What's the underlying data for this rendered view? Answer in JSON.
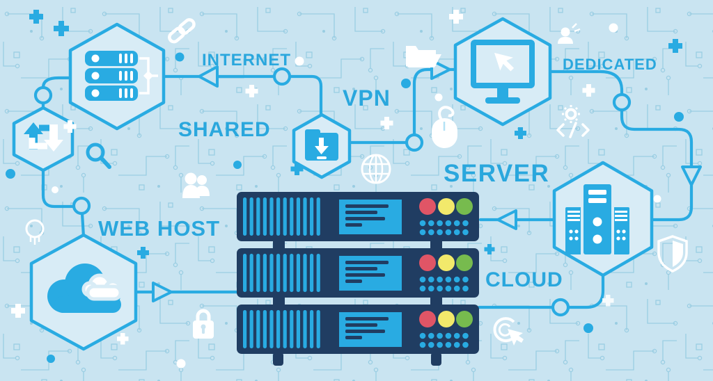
{
  "colors": {
    "background": "#c9e4f1",
    "hex_fill": "#d8ecf6",
    "accent": "#29abe2",
    "accent_text": "#2aa7dd",
    "pattern_line": "#8ac6de",
    "dark_navy": "#203d62",
    "white": "#ffffff",
    "led_red": "#e05566",
    "led_yellow": "#f2e96b",
    "led_green": "#77bb4e"
  },
  "labels": {
    "internet": "INTERNET",
    "shared": "SHARED",
    "vpn": "VPN",
    "dedicated": "DEDICATED",
    "server": "SERVER",
    "web_host": "WEB HOST",
    "cloud": "CLOUD"
  },
  "diagram": {
    "type": "web-hosting-concept-illustration",
    "hexagon_nodes": [
      {
        "name": "shared-hosting",
        "icon": "server-stack-icon"
      },
      {
        "name": "sync",
        "icon": "sync-arrows-icon"
      },
      {
        "name": "vpn",
        "icon": "folder-download-icon"
      },
      {
        "name": "dedicated-hosting",
        "icon": "desktop-monitor-cursor-icon"
      },
      {
        "name": "tower-servers",
        "icon": "tower-server-icon"
      },
      {
        "name": "cloud-hosting",
        "icon": "clouds-icon"
      }
    ],
    "background_icons": [
      "chain-link-icon",
      "open-folder-icon",
      "person-icon",
      "mouse-icon",
      "globe-icon",
      "users-icon",
      "magnifier-icon",
      "lock-icon",
      "lightbulb-icon",
      "gear-icon",
      "code-icon",
      "shield-icon",
      "click-cursor-icon",
      "plus-icon",
      "dot-icon"
    ],
    "server_rack": {
      "units": 3,
      "big_leds_per_unit": [
        "red",
        "yellow",
        "green"
      ],
      "small_dot_rows": 2,
      "small_dots_per_row": 6,
      "vent_slats_per_unit": 12
    }
  }
}
